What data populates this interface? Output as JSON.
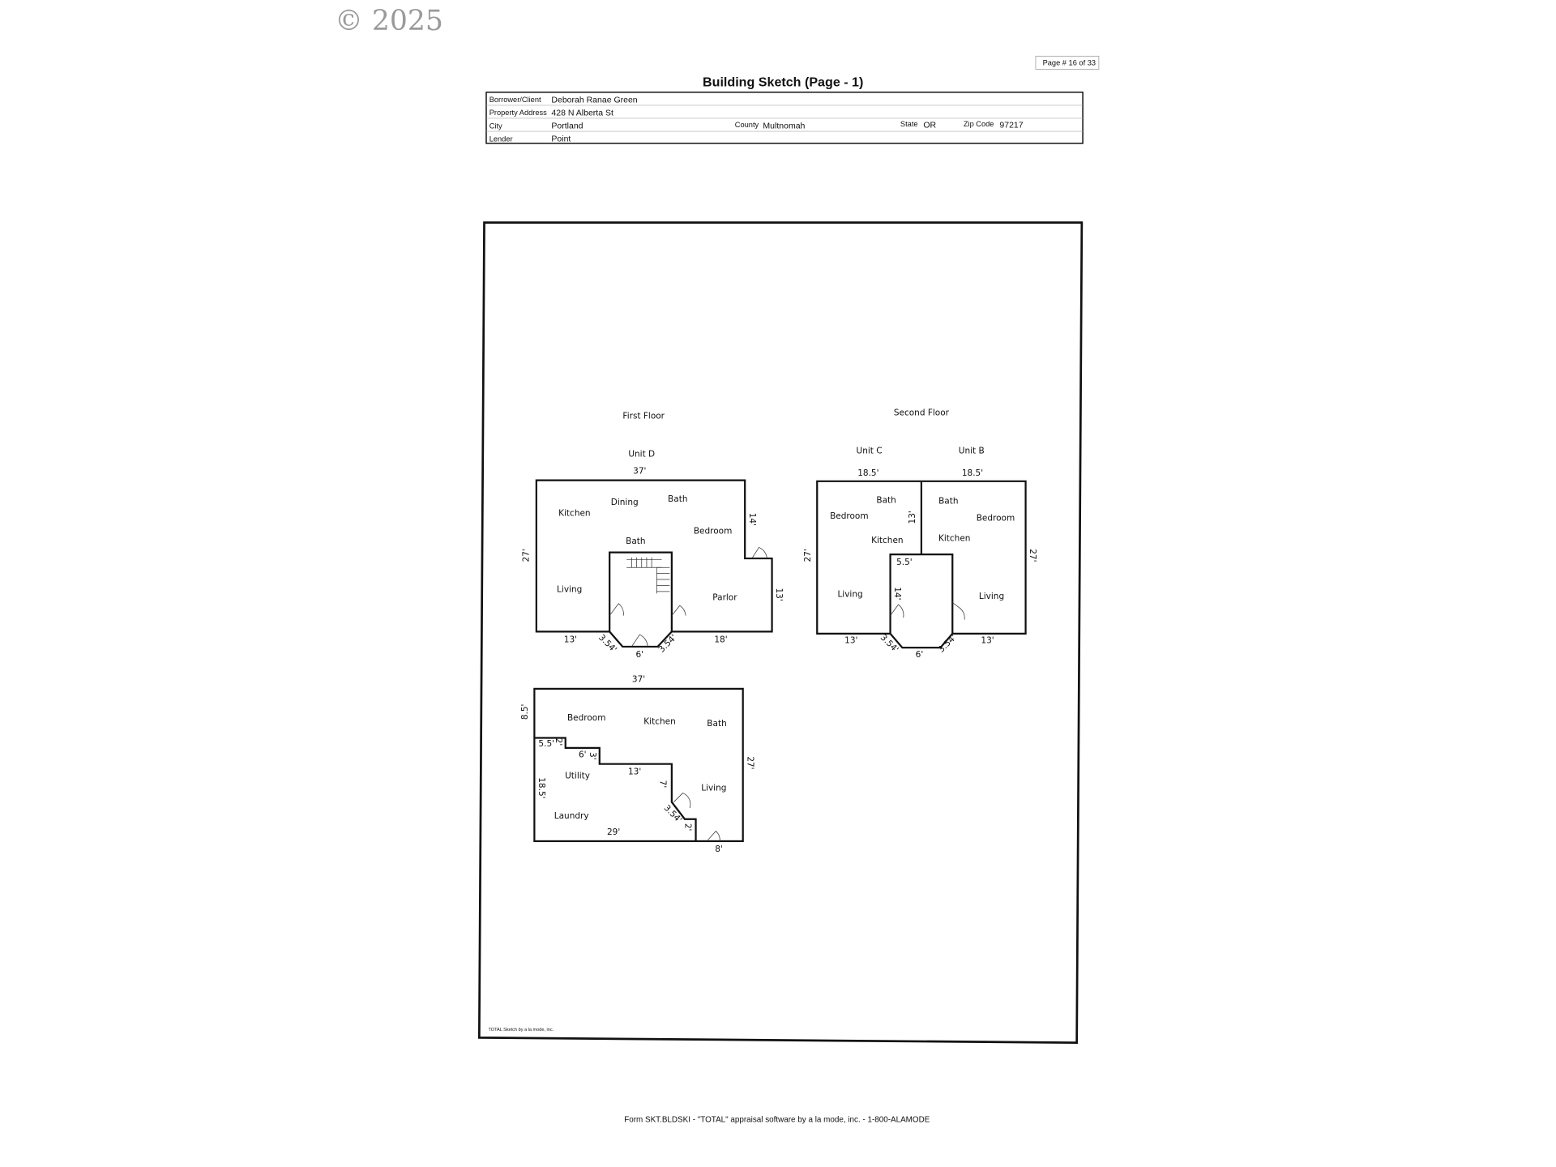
{
  "watermark": "© 2025",
  "page_number": "Page # 16 of 33",
  "title": "Building Sketch (Page - 1)",
  "header": {
    "borrower_label": "Borrower/Client",
    "borrower": "Deborah Ranae Green",
    "address_label": "Property Address",
    "address": "428 N Alberta St",
    "city_label": "City",
    "city": "Portland",
    "county_label": "County",
    "county": "Multnomah",
    "state_label": "State",
    "state": "OR",
    "zip_label": "Zip Code",
    "zip": "97217",
    "lender_label": "Lender",
    "lender": "Point"
  },
  "first_floor": {
    "heading": "First Floor",
    "labels": [
      "Unit D",
      "37'",
      "Kitchen",
      "Dining",
      "Bath",
      "Bath",
      "Bedroom",
      "14'",
      "27'",
      "Living",
      "Parlor",
      "13'",
      "13'",
      "3.54'",
      "6'",
      "3.54'",
      "18'"
    ]
  },
  "second_floor": {
    "heading": "Second Floor",
    "labels": [
      "Unit C",
      "Unit B",
      "18.5'",
      "18.5'",
      "Bath",
      "Bedroom",
      "13'",
      "Kitchen",
      "Bath",
      "Bedroom",
      "Kitchen",
      "27'",
      "27'",
      "5.5'",
      "14'",
      "Living",
      "Living",
      "13'",
      "3.54'",
      "6'",
      "3.54'",
      "13'"
    ]
  },
  "lower_unit": {
    "labels": [
      "37'",
      "8.5'",
      "Bedroom",
      "Kitchen",
      "Bath",
      "5.5'",
      "2'",
      "6'",
      "3'",
      "Utility",
      "13'",
      "7'",
      "27'",
      "Living",
      "18.5'",
      "Laundry",
      "29'",
      "3.54'",
      "2'",
      "8'"
    ]
  },
  "sketch_credit": "TOTAL Sketch by a la mode, inc.",
  "footer": "Form SKT.BLDSKI - \"TOTAL\" appraisal software by a la mode, inc. - 1-800-ALAMODE"
}
